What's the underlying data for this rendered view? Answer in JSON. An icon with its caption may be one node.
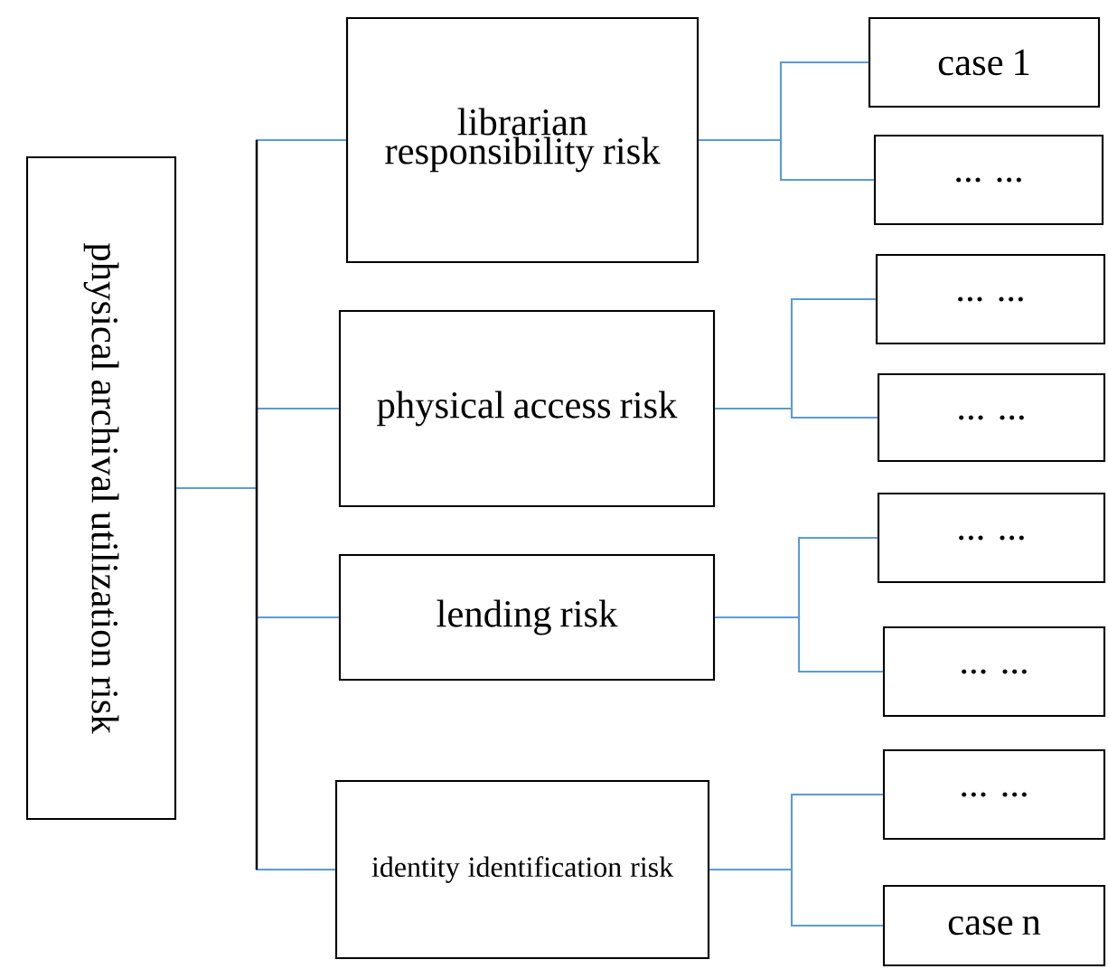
{
  "diagram": {
    "nodes": [
      {
        "text": [
          "physical archival utilization risk"
        ]
      },
      {
        "text": [
          "librarian responsibility risk"
        ]
      },
      {
        "text": [
          "physical access risk"
        ]
      },
      {
        "text": [
          "lending risk"
        ]
      },
      {
        "text": [
          "identity identification risk"
        ]
      },
      {
        "text": [
          "case 1"
        ]
      },
      {
        "text": [
          "... ..."
        ]
      },
      {
        "text": [
          "... ..."
        ]
      },
      {
        "text": [
          "... ..."
        ]
      },
      {
        "text": [
          "... ..."
        ]
      },
      {
        "text": [
          "... ..."
        ]
      },
      {
        "text": [
          "... ..."
        ]
      },
      {
        "text": [
          "case n"
        ]
      }
    ],
    "edges": [
      {
        "from": 0,
        "to": 1,
        "arrow": "none"
      },
      {
        "from": 0,
        "to": 2,
        "arrow": "none"
      },
      {
        "from": 0,
        "to": 3,
        "arrow": "none"
      },
      {
        "from": 0,
        "to": 4,
        "arrow": "none"
      },
      {
        "from": 1,
        "to": 5,
        "arrow": "none"
      },
      {
        "from": 1,
        "to": 6,
        "arrow": "none"
      },
      {
        "from": 2,
        "to": 7,
        "arrow": "none"
      },
      {
        "from": 2,
        "to": 8,
        "arrow": "none"
      },
      {
        "from": 3,
        "to": 9,
        "arrow": "none"
      },
      {
        "from": 3,
        "to": 10,
        "arrow": "none"
      },
      {
        "from": 4,
        "to": 11,
        "arrow": "none"
      },
      {
        "from": 4,
        "to": 12,
        "arrow": "none"
      }
    ]
  }
}
